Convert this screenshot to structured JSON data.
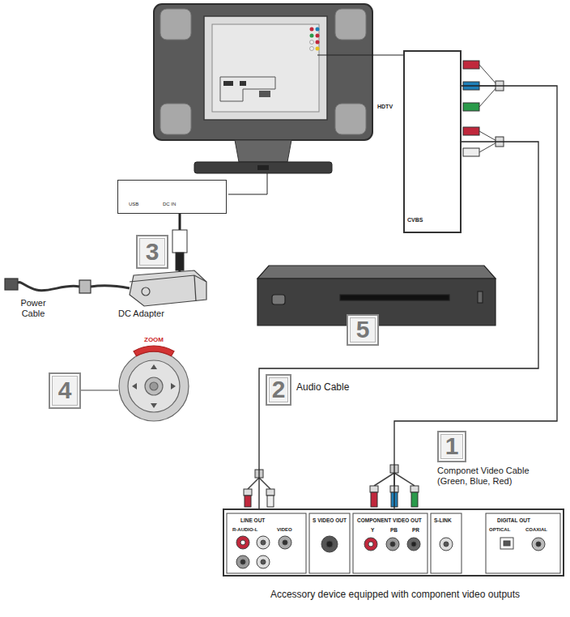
{
  "diagram": {
    "nodes": [
      {
        "text": [
          "HDTV",
          "CVBS"
        ]
      },
      {
        "text": [
          "USB",
          "DC IN"
        ]
      },
      {
        "text": [
          "3"
        ]
      },
      {
        "text": [
          "5"
        ]
      },
      {
        "text": [
          "4"
        ]
      },
      {
        "text": [
          "2"
        ]
      },
      {
        "text": [
          "1"
        ]
      },
      {
        "text": [
          "LINE OUT",
          "R-AUDIO-L",
          "VIDEO",
          "S VIDEO OUT",
          "COMPONENT VIDEO OUT",
          "Y",
          "PB",
          "PR",
          "S-LINK",
          "DIGITAL OUT",
          "OPTICAL",
          "COAXIAL",
          "Accessory device equipped with component video outputs"
        ]
      }
    ],
    "edges": [
      {
        "from": 7,
        "to": 0,
        "arrow": "none"
      },
      {
        "from": 7,
        "to": 0,
        "arrow": "none"
      }
    ],
    "labels": [
      "Power Cable",
      "DC Adapter",
      "ZOOM",
      "Audio Cable",
      "Componet Video Cable (Green, Blue, Red)"
    ]
  }
}
